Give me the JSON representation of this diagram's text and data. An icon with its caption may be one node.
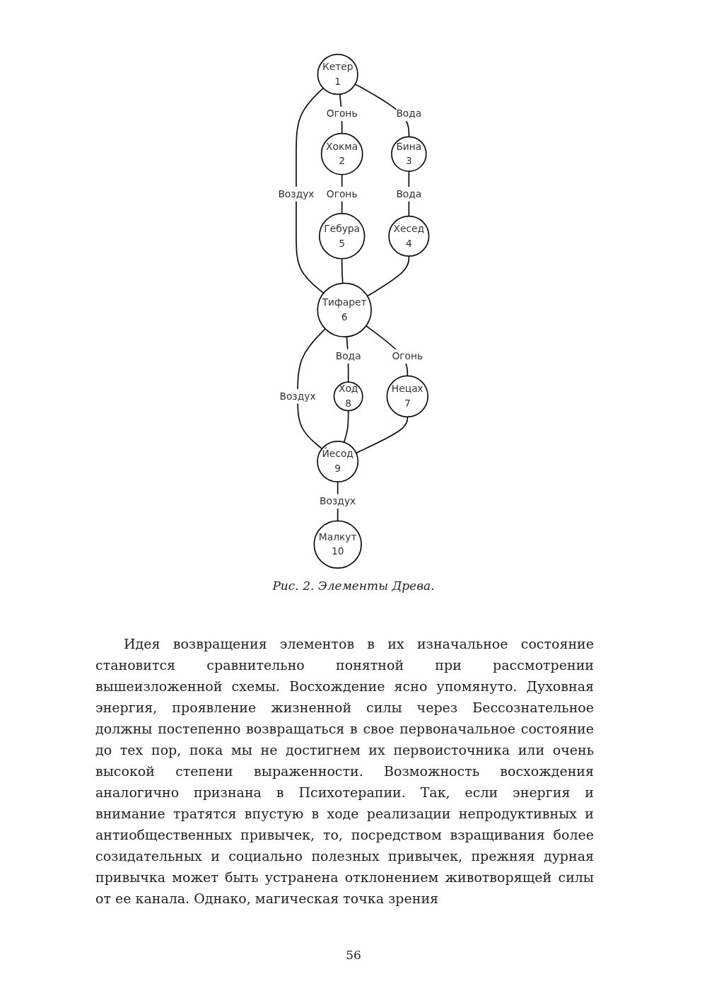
{
  "diagram": {
    "caption": "Рис. 2. Элементы Древа.",
    "nodes": [
      {
        "text": [
          "Кетер",
          "1"
        ]
      },
      {
        "text": [
          "Бина",
          "3"
        ]
      },
      {
        "text": [
          "Хокма",
          "2"
        ]
      },
      {
        "text": [
          "Гебура",
          "5"
        ]
      },
      {
        "text": [
          "Хесед",
          "4"
        ]
      },
      {
        "text": [
          "Тифарет",
          "6"
        ]
      },
      {
        "text": [
          "Ход",
          "8"
        ]
      },
      {
        "text": [
          "Нецах",
          "7"
        ]
      },
      {
        "text": [
          "Йесод",
          "9"
        ]
      },
      {
        "text": [
          "Малкут",
          "10"
        ]
      }
    ],
    "edges": [
      {
        "from": 0,
        "to": 1,
        "arrow": "none",
        "label": "Вода"
      },
      {
        "from": 0,
        "to": 2,
        "arrow": "none",
        "label": "Огонь"
      },
      {
        "from": 0,
        "to": 5,
        "arrow": "none",
        "label": "Воздух"
      },
      {
        "from": 2,
        "to": 3,
        "arrow": "none",
        "label": "Огонь"
      },
      {
        "from": 1,
        "to": 4,
        "arrow": "none",
        "label": "Вода"
      },
      {
        "from": 3,
        "to": 5,
        "arrow": "none"
      },
      {
        "from": 4,
        "to": 5,
        "arrow": "none"
      },
      {
        "from": 5,
        "to": 6,
        "arrow": "none",
        "label": "Вода"
      },
      {
        "from": 5,
        "to": 7,
        "arrow": "none",
        "label": "Огонь"
      },
      {
        "from": 5,
        "to": 8,
        "arrow": "none",
        "label": "Воздух"
      },
      {
        "from": 6,
        "to": 8,
        "arrow": "none"
      },
      {
        "from": 7,
        "to": 8,
        "arrow": "none"
      },
      {
        "from": 8,
        "to": 9,
        "arrow": "none",
        "label": "Воздух"
      }
    ],
    "labels": [
      "Идея возвращения элементов в их изначальное состояние становится сравнительно понятной при рассмотрении вышеизложенной схемы. Восхождение ясно упомянуто. Духовная энергия, проявление жизненной силы через Бессознательное должны постепенно возвращаться в свое первоначальное состояние до тех пор, пока мы не достигнем их первоисточника или очень высокой степени выраженности. Возможность восхождения аналогично признана в Психотерапии. Так, если энергия и внимание тратятся впустую в ходе реализации непродуктивных и антиобщественных привычек, то, посредством взращивания более созидательных и социально полезных привычек, прежняя дурная привычка может быть устранена отклонением животворящей силы от ее канала. Однако, магическая точка зрения",
      "56"
    ]
  }
}
